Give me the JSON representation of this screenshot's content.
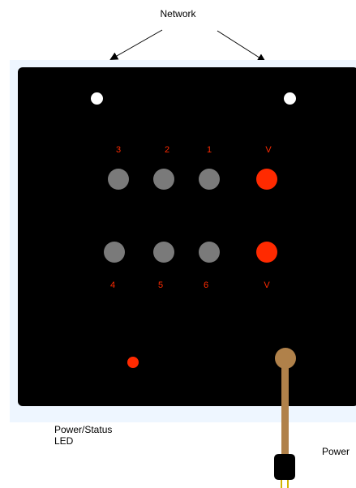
{
  "labels": {
    "network": "Network",
    "power_status_line1": "Power/Status",
    "power_status_line2": "LED",
    "power": "Power"
  },
  "ports": {
    "top_row": [
      "3",
      "2",
      "1",
      "V"
    ],
    "bottom_row": [
      "4",
      "5",
      "6",
      "V"
    ]
  },
  "colors": {
    "panel": "#000000",
    "port_inactive": "#7a7a7a",
    "port_active": "#ff2a00",
    "label_red": "#ff2a00",
    "cord": "#b0814a"
  },
  "icons": {
    "plug": "power-plug-icon"
  }
}
